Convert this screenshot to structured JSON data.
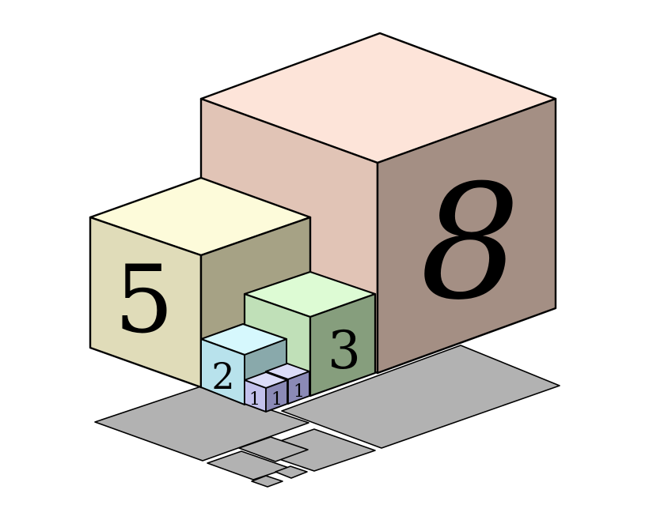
{
  "cubes": [
    {
      "id": "cube-8",
      "label": "8",
      "colors": {
        "top": "#fde4d9",
        "left": "#e1c4b6",
        "right": "#a48f84"
      }
    },
    {
      "id": "cube-5",
      "label": "5",
      "colors": {
        "top": "#fdfbda",
        "left": "#e0dcb9",
        "right": "#a6a285"
      }
    },
    {
      "id": "cube-3",
      "label": "3",
      "colors": {
        "top": "#ddfbd4",
        "left": "#c0e0b8",
        "right": "#869e7d"
      }
    },
    {
      "id": "cube-2",
      "label": "2",
      "colors": {
        "top": "#d6f8fd",
        "left": "#b8e2ec",
        "right": "#89a9ab"
      }
    },
    {
      "id": "cube-1a",
      "label": "1",
      "colors": {
        "top": "#dbdcf8",
        "left": "#c2c1ec",
        "right": "#8b8ab6"
      }
    },
    {
      "id": "cube-1b",
      "label": "1",
      "colors": {
        "top": "#dbdcf8",
        "left": "#c2c1ec",
        "right": "#8b8ab6"
      }
    },
    {
      "id": "cube-1c",
      "label": "1",
      "colors": {
        "top": "#dbdcf8",
        "left": "#c2c1ec",
        "right": "#8b8ab6"
      }
    }
  ],
  "shadow_color": "#b2b2b2",
  "edge_color": "#000000"
}
